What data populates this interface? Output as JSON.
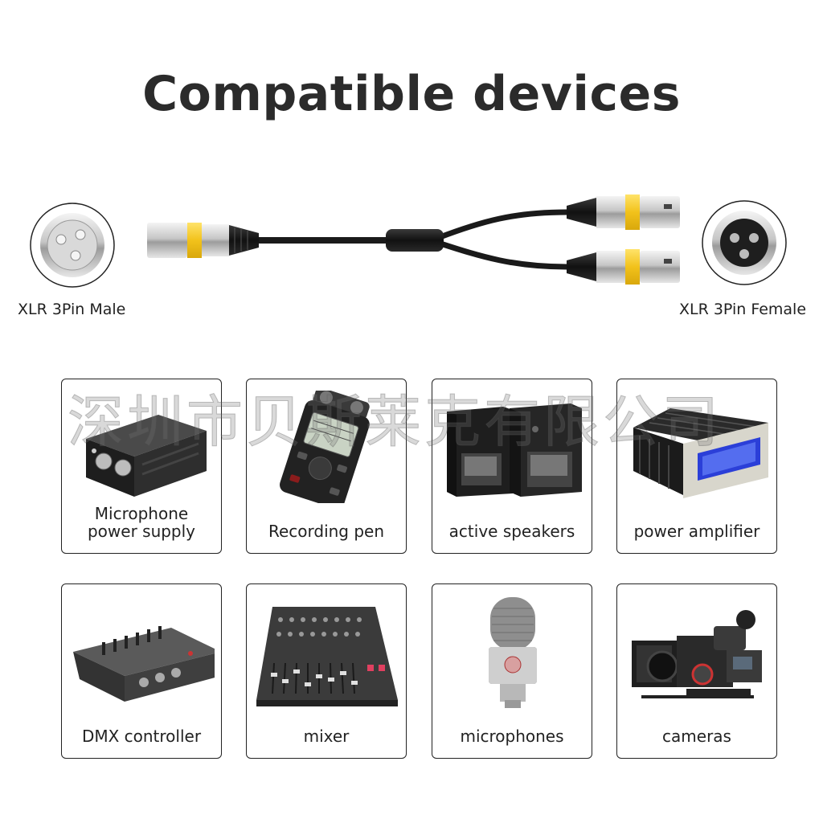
{
  "title": "Compatible devices",
  "connectors": {
    "male_label": "XLR 3Pin Male",
    "female_label": "XLR 3Pin Female"
  },
  "watermark": "深圳市贝斯莱克有限公司",
  "devices": [
    {
      "lines": [
        "Microphone",
        "power supply"
      ],
      "icon": "phantom-power-box-icon"
    },
    {
      "lines": [
        "Recording pen"
      ],
      "icon": "audio-recorder-icon"
    },
    {
      "lines": [
        "active speakers"
      ],
      "icon": "studio-monitor-icon"
    },
    {
      "lines": [
        "power amplifier"
      ],
      "icon": "amplifier-icon"
    },
    {
      "lines": [
        "DMX controller"
      ],
      "icon": "dmx-console-icon"
    },
    {
      "lines": [
        "mixer"
      ],
      "icon": "mixer-icon"
    },
    {
      "lines": [
        "microphones"
      ],
      "icon": "condenser-microphone-icon"
    },
    {
      "lines": [
        "cameras"
      ],
      "icon": "cinema-camera-icon"
    }
  ],
  "colors": {
    "accent_ring": "#f2c21b",
    "cable": "#1a1a1a",
    "metal": "#c8c8c8"
  }
}
